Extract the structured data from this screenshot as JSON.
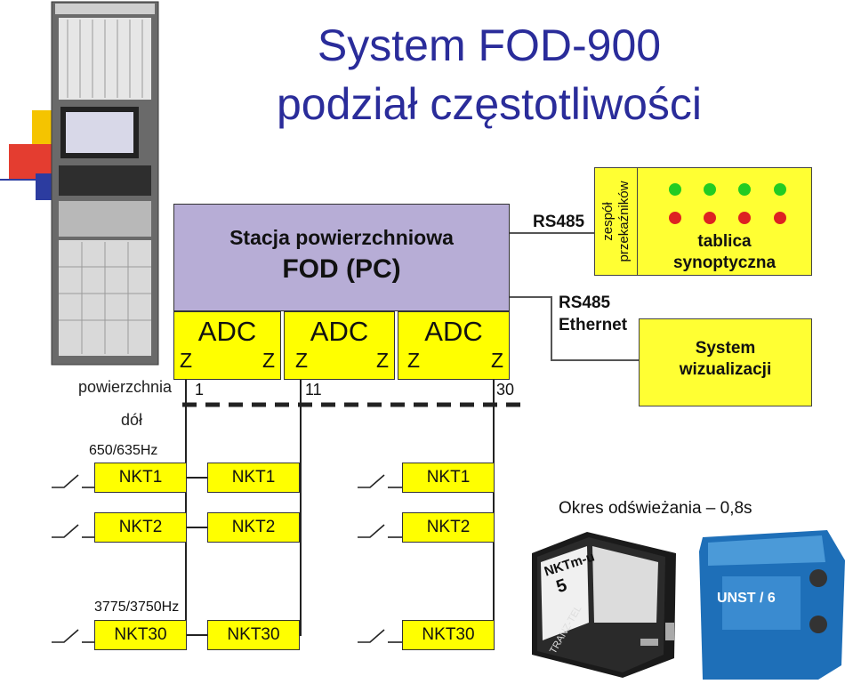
{
  "title": {
    "line1": "System FOD-900",
    "line2": "podział częstotliwości"
  },
  "station": {
    "line1": "Stacja powierzchniowa",
    "line2": "FOD (PC)"
  },
  "adc": {
    "label": "ADC",
    "z": "Z"
  },
  "channels": {
    "first": "1",
    "middle": "11",
    "last": "30"
  },
  "levels": {
    "surface": "powierzchnia",
    "bottom": "dół"
  },
  "links": {
    "rs485_top": "RS485",
    "rs485": "RS485",
    "ethernet": "Ethernet"
  },
  "relay_group": "zespół przekaźników",
  "board": {
    "line1": "tablica",
    "line2": "synoptyczna"
  },
  "visualization": {
    "line1": "System",
    "line2": "wizualizacji"
  },
  "frequencies": {
    "top": "650/635Hz",
    "bottom": "3775/3750Hz"
  },
  "nkt": {
    "n1": "NKT1",
    "n2": "NKT2",
    "n30": "NKT30"
  },
  "refresh": "Okres odświeżania – 0,8s",
  "device1": {
    "name": "NKTm-u",
    "number": "5",
    "brand": "TRANZ-TEL"
  },
  "device2": {
    "name": "UNST / 6"
  },
  "colors": {
    "title": "#2a2c9a",
    "station": "#b7add6",
    "yellow": "#ffff00",
    "led_green": "#22cc22",
    "led_red": "#dd2222"
  }
}
